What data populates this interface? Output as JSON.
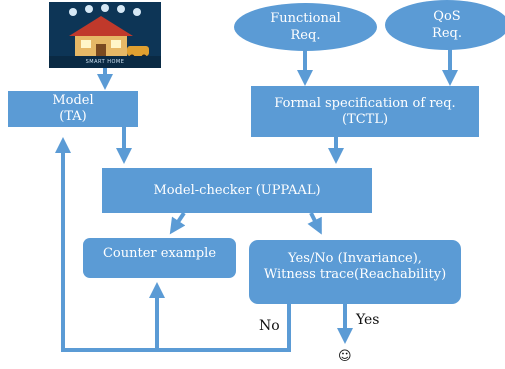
{
  "nodes": {
    "model": [
      "Model",
      "(TA)"
    ],
    "functional_req": [
      "Functional",
      "Req."
    ],
    "qos_req": [
      "QoS",
      "Req."
    ],
    "formal_spec": [
      "Formal specification of req.",
      "(TCTL)"
    ],
    "model_checker": "Model-checker (UPPAAL)",
    "counter_example": "Counter example",
    "result": [
      "Yes/No (Invariance),",
      "Witness trace(Reachability)"
    ]
  },
  "edges": {
    "no": "No",
    "yes": "Yes"
  },
  "end_symbol": "☺",
  "image": {
    "caption": "SMART HOME"
  },
  "colors": {
    "box_fill": "#5b9bd5",
    "arrow": "#5b9bd5",
    "text_on_box": "#ffffff"
  }
}
